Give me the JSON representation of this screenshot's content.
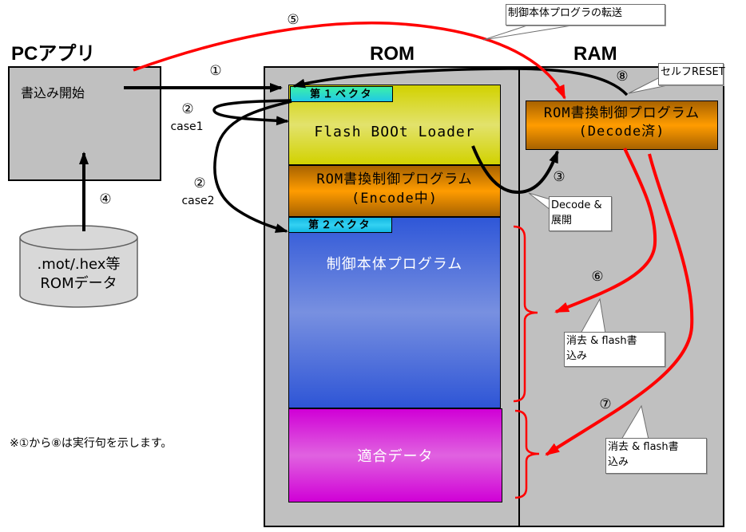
{
  "headings": {
    "pc_app": "PCアプリ",
    "rom": "ROM",
    "ram": "RAM"
  },
  "pc_app": {
    "start_write": "書込み開始"
  },
  "rom_data_store": {
    "lines": [
      ".mot/.hex等",
      "ROMデータ"
    ]
  },
  "rom": {
    "vector1": "第１ベクタ",
    "boot_loader": "Flash BOOt Loader",
    "rewrite_program_encoded": {
      "lines": [
        "ROM書換制御プログラム",
        "(Encode中)"
      ]
    },
    "vector2": "第２ベクタ",
    "main_program": "制御本体プログラム",
    "calibration_data": "適合データ"
  },
  "ram": {
    "rewrite_program_decoded": {
      "lines": [
        "ROM書換制御プログラム",
        "(Decode済)"
      ]
    }
  },
  "steps": {
    "step1": "①",
    "step2_case1": {
      "number": "②",
      "label": "case1"
    },
    "step2_case2": {
      "number": "②",
      "label": "case2"
    },
    "step3": "③",
    "step4": "④",
    "step5": "⑤",
    "step6": "⑥",
    "step7": "⑦",
    "step8": "⑧"
  },
  "callouts": {
    "transfer": {
      "lines": [
        "制御本体プログラの転送"
      ]
    },
    "self_reset": {
      "lines": [
        "セルフRESET"
      ]
    },
    "decode_expand": {
      "lines": [
        "Decode &",
        "展開"
      ]
    },
    "erase_write_step6": {
      "lines": [
        "消去 & flash書",
        "込み"
      ]
    },
    "erase_write_step7": {
      "lines": [
        "消去 & flash書",
        "込み"
      ]
    }
  },
  "note": "※①から⑧は実行句を示します。",
  "colors": {
    "region_gray": "#c0c0c0",
    "flow_arrow": "#000000",
    "transfer_arrow": "#ff0000",
    "boot_loader": "#d2d200",
    "rewrite_program": "#ff9c00",
    "main_program": "#2f57d8",
    "calibration_data": "#d000d6",
    "vector_label": "#20c8e6"
  }
}
